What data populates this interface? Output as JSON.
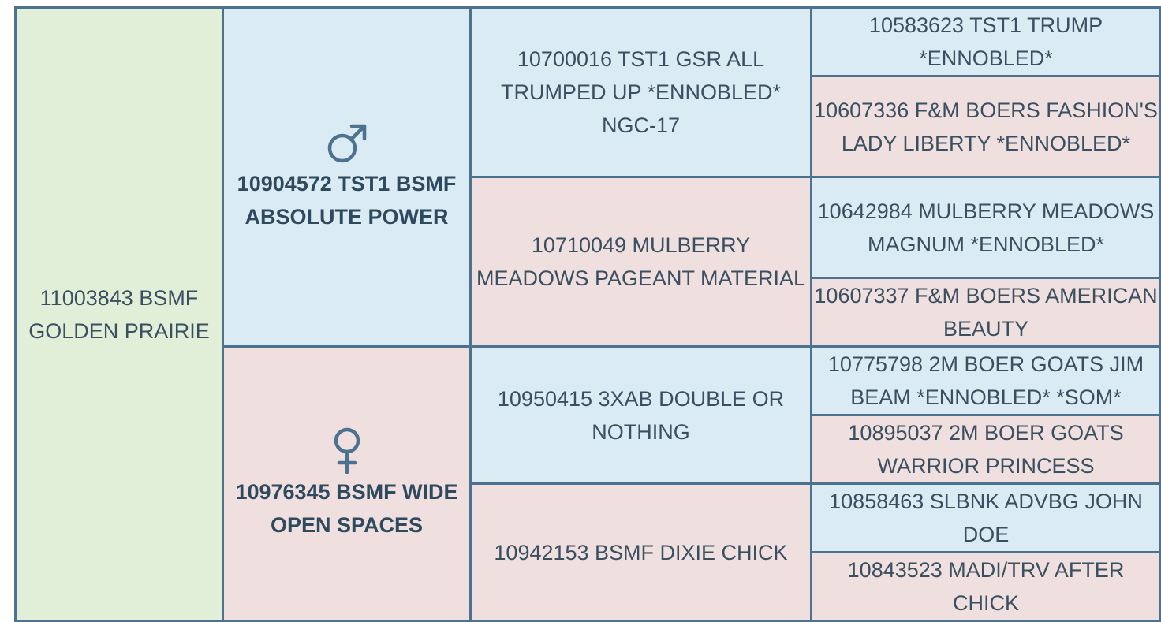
{
  "subject": {
    "label": "11003843 BSMF GOLDEN PRAIRIE"
  },
  "sire": {
    "label": "10904572 TST1 BSMF ABSOLUTE POWER",
    "icon": "male-symbol-icon",
    "sire": {
      "label": "10700016 TST1 GSR ALL TRUMPED UP *ENNOBLED* NGC-17",
      "sire": {
        "label": "10583623 TST1 TRUMP *ENNOBLED*"
      },
      "dam": {
        "label": "10607336 F&M BOERS FASHION'S LADY LIBERTY *ENNOBLED*"
      }
    },
    "dam": {
      "label": "10710049 MULBERRY MEADOWS PAGEANT MATERIAL",
      "sire": {
        "label": "10642984 MULBERRY MEADOWS MAGNUM *ENNOBLED*"
      },
      "dam": {
        "label": "10607337 F&M BOERS AMERICAN BEAUTY"
      }
    }
  },
  "dam": {
    "label": "10976345 BSMF WIDE OPEN SPACES",
    "icon": "female-symbol-icon",
    "sire": {
      "label": "10950415 3XAB DOUBLE OR NOTHING",
      "sire": {
        "label": "10775798 2M BOER GOATS JIM BEAM *ENNOBLED* *SOM*"
      },
      "dam": {
        "label": "10895037 2M BOER GOATS WARRIOR PRINCESS"
      }
    },
    "dam": {
      "label": "10942153 BSMF DIXIE CHICK",
      "sire": {
        "label": "10858463 SLBNK ADVBG JOHN DOE"
      },
      "dam": {
        "label": "10843523 MADI/TRV AFTER CHICK"
      }
    }
  },
  "colors": {
    "subject_bg": "#e1efd9",
    "male_bg": "#dbebf3",
    "female_bg": "#f0dfdf",
    "border": "#4d7290",
    "text": "#3a4f60"
  }
}
